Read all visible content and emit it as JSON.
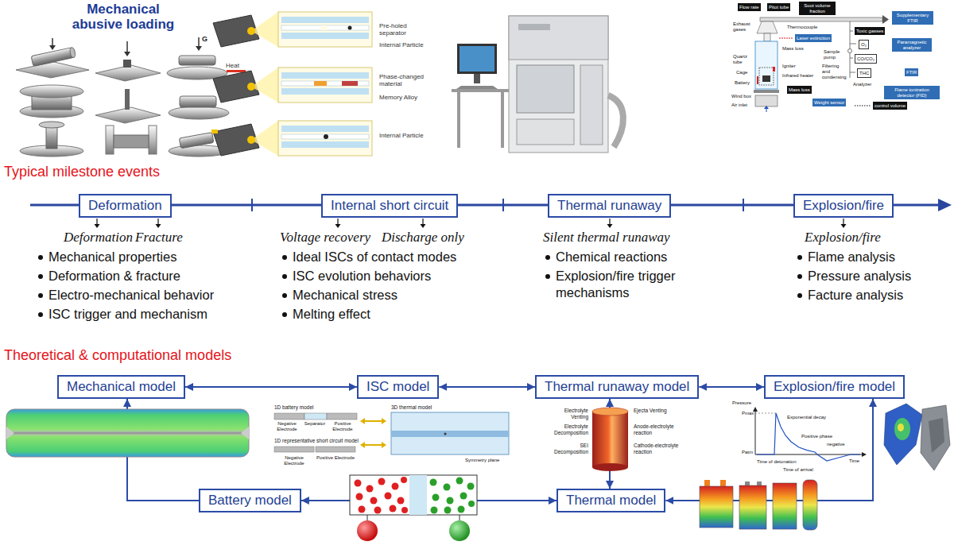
{
  "diagram": {
    "nodes": [
      {
        "text": [
          "Flow rate"
        ]
      },
      {
        "text": [
          "Pitot tube"
        ]
      },
      {
        "text": [
          "Soot volume fraction"
        ]
      },
      {
        "text": [
          "Laser extinction"
        ]
      },
      {
        "text": [
          "Toxic gasses"
        ]
      },
      {
        "text": [
          "Supplementary FTIR"
        ]
      },
      {
        "text": [
          "O₂"
        ]
      },
      {
        "text": [
          "Paramagnetic analyzer"
        ]
      },
      {
        "text": [
          "CO/CO₂"
        ]
      },
      {
        "text": [
          "THC"
        ]
      },
      {
        "text": [
          "FTIR"
        ]
      },
      {
        "text": [
          "Mass loss"
        ]
      },
      {
        "text": [
          "Flame ionization detector (FID)"
        ]
      },
      {
        "text": [
          "Weight sensor"
        ]
      },
      {
        "text": [
          "control volume"
        ]
      },
      {
        "text": [
          "Deformation"
        ]
      },
      {
        "text": [
          "Internal short circuit"
        ]
      },
      {
        "text": [
          "Thermal runaway"
        ]
      },
      {
        "text": [
          "Explosion/fire"
        ]
      },
      {
        "text": [
          "Mechanical model"
        ]
      },
      {
        "text": [
          "ISC model"
        ]
      },
      {
        "text": [
          "Thermal runaway model"
        ]
      },
      {
        "text": [
          "Explosion/fire model"
        ]
      },
      {
        "text": [
          "Battery model"
        ]
      },
      {
        "text": [
          "Thermal model"
        ]
      }
    ],
    "edges": [
      {
        "from": 19,
        "to": 20,
        "arrow": "both"
      },
      {
        "from": 20,
        "to": 21,
        "arrow": "both"
      },
      {
        "from": 21,
        "to": 22,
        "arrow": "both"
      },
      {
        "from": 23,
        "to": 19,
        "arrow": "to"
      },
      {
        "from": 23,
        "to": 24,
        "arrow": "both"
      },
      {
        "from": 24,
        "to": 21,
        "arrow": "both"
      },
      {
        "from": 24,
        "to": 22,
        "arrow": "both"
      }
    ],
    "labels": [
      "Mechanical abusive loading",
      "G",
      "Heat",
      "Pre-holed separator",
      "Internal Particle",
      "Phase-changed material",
      "Memory Alloy",
      "Internal Particle",
      "Exhaust gases",
      "Thermocouple",
      "Mass loss",
      "Quartz tube",
      "Igniter",
      "Cage",
      "Infrared heater",
      "Battery",
      "Sample pump",
      "Filtering and condensing",
      "Analyzer",
      "Wind box",
      "Air inlet",
      "Typical milestone events",
      "Deformation",
      "Fracture",
      "Voltage recovery",
      "Discharge only",
      "Silent thermal runaway",
      "Explosion/fire",
      "Mechanical properties",
      "Deformation & fracture",
      "Electro-mechanical behavior",
      "ISC trigger and mechanism",
      "Ideal ISCs of contact modes",
      "ISC evolution behaviors",
      "Mechanical stress",
      "Melting effect",
      "Chemical reactions",
      "Explosion/fire trigger mechanisms",
      "Flame analysis",
      "Pressure analysis",
      "Facture analysis",
      "Theoretical & computational models",
      "1D battery model",
      "3D thermal model",
      "Negative Electrode",
      "Separator",
      "Positive Electrode",
      "1D representative short circuit model",
      "Negative Electrode",
      "Positive Electrode",
      "Symmetry plane",
      "Electrolyte Venting",
      "Ejecta Venting",
      "Electrolyte Decomposition",
      "Anode-electrolyte reaction",
      "SEI Decomposition",
      "Cathode-electrolyte reaction",
      "Pressure",
      "Pmax",
      "Exponential decay",
      "Positive phase",
      "negative",
      "Patm",
      "Time of detonation",
      "Time of arrival",
      "Time"
    ]
  }
}
